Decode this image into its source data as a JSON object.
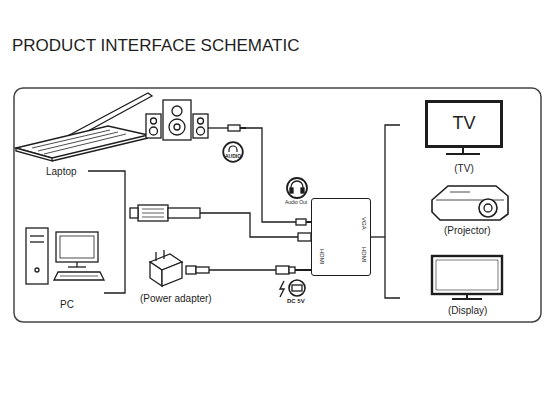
{
  "diagram": {
    "title": "PRODUCT INTERFACE SCHEMATIC",
    "nodes": [
      {
        "text": [
          "AUDIO"
        ]
      },
      {
        "text": [
          "VGA",
          "HDMI",
          "HDMI"
        ]
      },
      {
        "text": [
          "TV",
          "(TV)"
        ]
      }
    ],
    "labels": [
      "Laptop",
      "PC",
      "(Power adapter)",
      "Audio Out",
      "DC 5V",
      "(Projector)",
      "(Display)"
    ]
  }
}
